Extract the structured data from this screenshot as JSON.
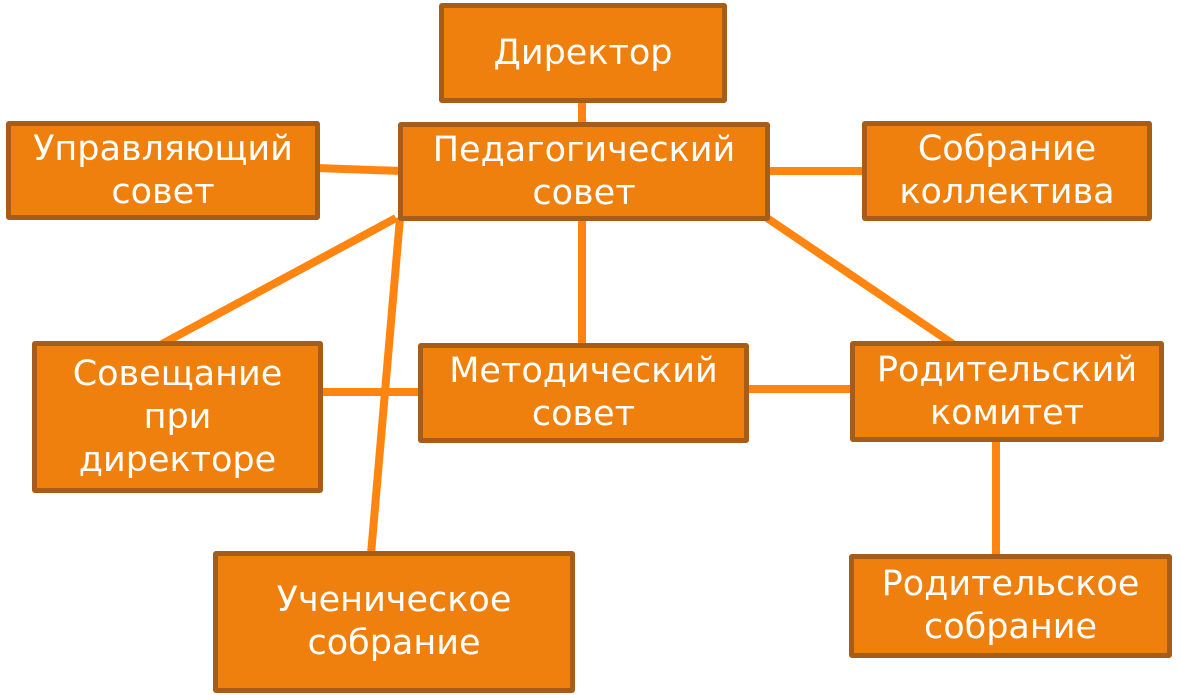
{
  "colors": {
    "node_fill": "#ef800e",
    "node_border": "#a75c18",
    "connector": "#ff8510",
    "text": "#ffffff"
  },
  "nodes": {
    "director": "Директор",
    "pedagogical_council": "Педагогический\nсовет",
    "governing_council": "Управляющий\nсовет",
    "staff_meeting": "Собрание\nколлектива",
    "director_meeting": "Совещание\nпри\nдиректоре",
    "methodical_council": "Методический\nсовет",
    "parent_committee": "Родительский\nкомитет",
    "student_meeting": "Ученическое\nсобрание",
    "parent_meeting": "Родительское\nсобрание"
  },
  "connections": [
    [
      "director",
      "pedagogical_council"
    ],
    [
      "governing_council",
      "pedagogical_council"
    ],
    [
      "pedagogical_council",
      "staff_meeting"
    ],
    [
      "pedagogical_council",
      "methodical_council"
    ],
    [
      "pedagogical_council",
      "director_meeting"
    ],
    [
      "pedagogical_council",
      "student_meeting"
    ],
    [
      "pedagogical_council",
      "parent_committee"
    ],
    [
      "director_meeting",
      "methodical_council"
    ],
    [
      "methodical_council",
      "parent_committee"
    ],
    [
      "parent_committee",
      "parent_meeting"
    ]
  ]
}
